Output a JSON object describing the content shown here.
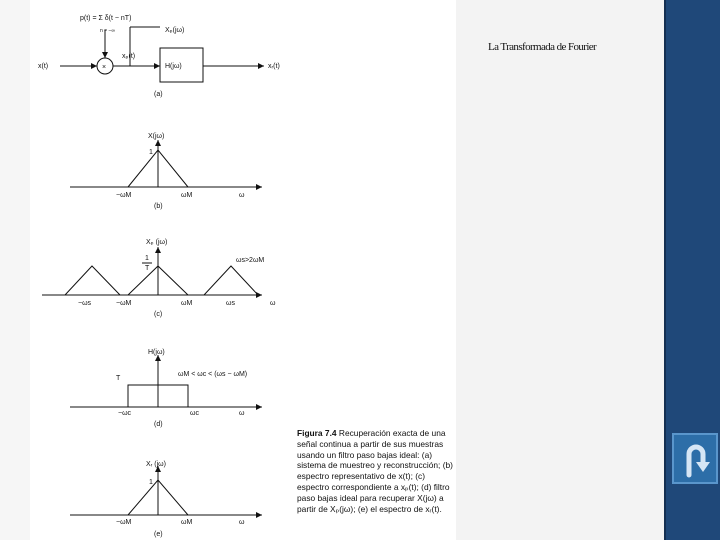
{
  "slide": {
    "title": "La Transformada de Fourier",
    "colors": {
      "sidebar": "#1f4879",
      "button": "#2d6ea8",
      "button_border": "#5a96cc"
    },
    "return_button_icon": "u-turn-arrow-icon"
  },
  "figure": {
    "a": {
      "impulse_train": "p(t) = Σ δ(t − nT)",
      "sum_limits": "n = −∞",
      "xp_jw": "Xₚ(jω)",
      "input": "x(t)",
      "multiplier": "×",
      "xp_t": "xₚ(t)",
      "filter": "H(jω)",
      "output": "xᵣ(t)",
      "label": "(a)"
    },
    "b": {
      "title": "X(jω)",
      "peak": "1",
      "neg": "−ωM",
      "pos": "ωM",
      "axis": "ω",
      "label": "(b)"
    },
    "c": {
      "title": "Xₚ (jω)",
      "peak_num": "1",
      "peak_den": "T",
      "condition": "ωs>2ωM",
      "neg_s": "−ωs",
      "neg_m": "−ωM",
      "pos_m": "ωM",
      "pos_s": "ωs",
      "axis": "ω",
      "label": "(c)"
    },
    "d": {
      "title": "H(jω)",
      "level": "T",
      "condition": "ωM < ωc < (ωs − ωM)",
      "neg_c": "−ωc",
      "pos_c": "ωc",
      "axis": "ω",
      "label": "(d)"
    },
    "e": {
      "title": "Xᵣ (jω)",
      "peak": "1",
      "neg": "−ωM",
      "pos": "ωM",
      "axis": "ω",
      "label": "(e)"
    },
    "caption": {
      "fig_label": "Figura 7.4",
      "text": "Recuperación exacta de una señal continua a partir de sus muestras usando un filtro paso bajas ideal: (a) sistema de muestreo y reconstrucción; (b) espectro representativo de x(t); (c) espectro correspondiente a xₚ(t); (d) filtro paso bajas ideal para recuperar X(jω) a partir de Xₚ(jω); (e) el espectro de xᵣ(t)."
    }
  }
}
